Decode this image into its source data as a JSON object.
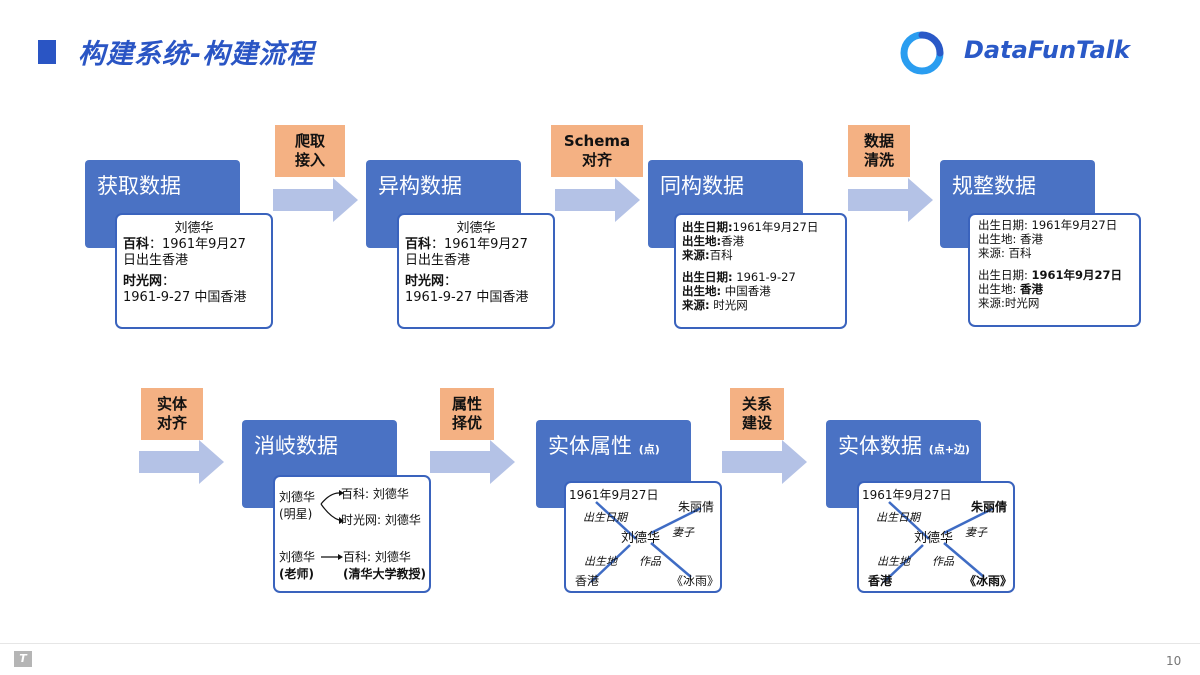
{
  "header": {
    "title": "构建系统-构建流程",
    "logo_text": "DataFunTalk"
  },
  "stages": {
    "s1": "获取数据",
    "s2": "异构数据",
    "s3": "同构数据",
    "s4": "规整数据",
    "s5": "消岐数据",
    "s6": "实体属性",
    "s6_note": "(点)",
    "s7": "实体数据",
    "s7_note": "(点+边)"
  },
  "operations": {
    "o1a": "爬取",
    "o1b": "接入",
    "o2a": "Schema",
    "o2b": "对齐",
    "o3a": "数据",
    "o3b": "清洗",
    "o4a": "实体",
    "o4b": "对齐",
    "o5a": "属性",
    "o5b": "择优",
    "o6a": "关系",
    "o6b": "建设"
  },
  "card1": {
    "name": "刘德华",
    "baike_label": "百科",
    "baike_text": "：1961年9月27",
    "baike_text2": "日出生香港",
    "sgw_label": "时光网",
    "sgw_colon": "：",
    "sgw_text": "1961-9-27 中国香港"
  },
  "card3": {
    "r1_label": "出生日期:",
    "r1_val": "1961年9月27日",
    "r2_label": "出生地:",
    "r2_val": "香港",
    "r3_label": "来源:",
    "r3_val": "百科",
    "r4_label": "出生日期:",
    "r4_val": "1961-9-27",
    "r5_label": "出生地:",
    "r5_val": "中国香港",
    "r6_label": "来源:",
    "r6_val": "时光网"
  },
  "card4": {
    "r1": "出生日期: 1961年9月27日",
    "r2": "出生地: 香港",
    "r3": "来源: 百科",
    "r4_label": "出生日期:",
    "r4_val": "1961年9月27日",
    "r5_label": "出生地:",
    "r5_val": "香港",
    "r6": "来源:时光网"
  },
  "card5": {
    "e1": "刘德华",
    "e1_role": "(明星)",
    "e1_src1": "百科: 刘德华",
    "e1_src2": "时光网: 刘德华",
    "e2": "刘德华",
    "e2_role": "(老师)",
    "e2_src1": "百科: 刘德华",
    "e2_src2": "(清华大学教授)"
  },
  "graph": {
    "center": "刘德华",
    "birthdate": "1961年9月27日",
    "birthdate_edge": "出生日期",
    "spouse": "朱丽倩",
    "spouse_edge": "妻子",
    "birthplace": "香港",
    "birthplace_edge": "出生地",
    "work": "《冰雨》",
    "work_edge": "作品"
  },
  "footer": {
    "page": "10",
    "logo_glyph": "T"
  },
  "colors": {
    "stage": "#4a72c4",
    "operation": "#f4b183",
    "arrow": "#b4c2e6",
    "card_border": "#3a63bd",
    "accent": "#2a55c4"
  }
}
